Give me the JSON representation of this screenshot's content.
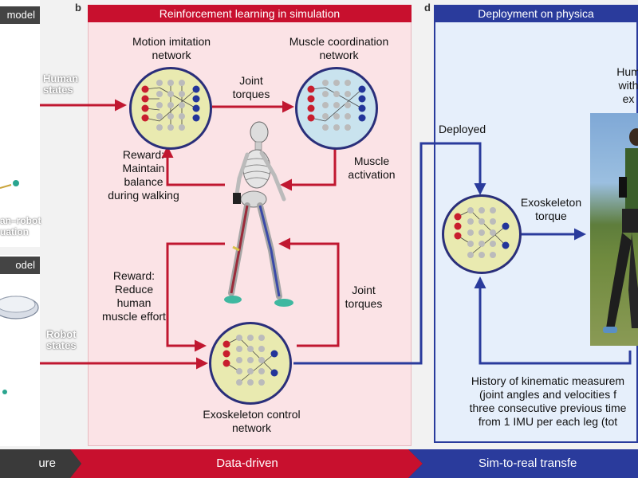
{
  "panels": {
    "left_top_tag": "model",
    "left_bottom_tag": "odel",
    "b_letter": "b",
    "d_letter": "d",
    "sim_title": "Reinforcement learning in simulation",
    "deploy_title": "Deployment on physica"
  },
  "side_labels": {
    "human_states": [
      "Human",
      "states"
    ],
    "robot_states": [
      "Robot",
      "states"
    ],
    "human_robot": [
      "an–robot",
      "uation"
    ]
  },
  "networks": {
    "motion": [
      "Motion imitation",
      "network"
    ],
    "muscle": [
      "Muscle coordination",
      "network"
    ],
    "exo": [
      "Exoskeleton control",
      "network"
    ]
  },
  "labels": {
    "joint_torques_top": [
      "Joint",
      "torques"
    ],
    "joint_torques_right": [
      "Joint",
      "torques"
    ],
    "muscle_activation": [
      "Muscle",
      "activation"
    ],
    "reward_balance": [
      "Reward:",
      "Maintain",
      "balance",
      "during walking"
    ],
    "reward_effort": [
      "Reward:",
      "Reduce",
      "human",
      "muscle effort"
    ],
    "deployed": "Deployed",
    "exo_torque": [
      "Exoskeleton",
      "torque"
    ],
    "human_with": [
      "Hum",
      "with",
      "ex"
    ],
    "history": [
      "History of kinematic measurem",
      "(joint angles and velocities f",
      "three consecutive previous time",
      "from 1 IMU per each leg (tot"
    ]
  },
  "footer": {
    "left": "ure",
    "middle": "Data-driven",
    "right": "Sim-to-real transfe"
  },
  "colors": {
    "red_header": "#c8102e",
    "blue_header": "#2a3b9c",
    "sim_bg": "#fbe3e6",
    "deploy_bg": "#e6effb",
    "arrow_red": "#c01730",
    "arrow_blue": "#2a3b9c",
    "net_yellow": "#e9eab0",
    "net_cyan": "#c9e3ee"
  }
}
